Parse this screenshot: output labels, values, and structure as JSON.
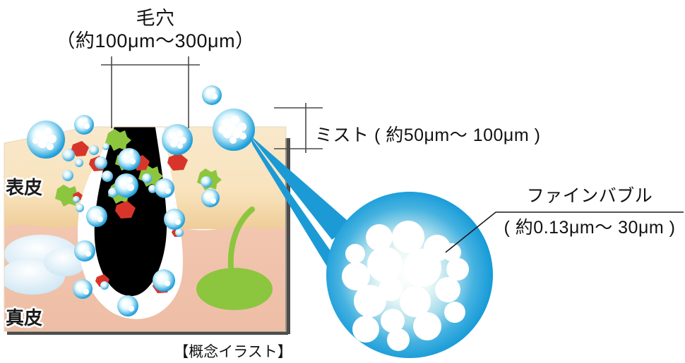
{
  "title": "毛穴・ミスト・ファインバブル 概念イラスト",
  "labels": {
    "pore_title": "毛穴",
    "pore_size": "（約100μm〜300μm）",
    "mist": "ミスト ( 約50μm〜 100μm )",
    "fine_bubble_title": "ファインバブル",
    "fine_bubble_size": "( 約0.13μm〜 30μm )",
    "epidermis": "表皮",
    "dermis": "真皮",
    "caption": "【概念イラスト】"
  },
  "measurements": {
    "pore": {
      "min": "約100μm",
      "max": "300μm"
    },
    "mist": {
      "min": "約50μm",
      "max": "100μm"
    },
    "fine_bubble": {
      "min": "約0.13μm",
      "max": "30μm"
    }
  },
  "colors": {
    "epidermis_top": "#f7e6c8",
    "epidermis_body": "#f8e2bb",
    "epidermis_deep": "#f0cf9d",
    "dermis": "#f0c2ac",
    "dermis_deep": "#eebba4",
    "bubble_blue": "#1b9ad6",
    "bubble_rim": "#2aa8de",
    "pore_black": "#000000",
    "gland_green": "#8cc63f",
    "particle_red": "#d8352a",
    "sebaceous_blue": "#d8ecf7",
    "edge_shadow": "#4d4d4d",
    "leader_line": "#1a1a1a"
  },
  "icons": {
    "pore_bracket": "measure-bracket-horizontal",
    "mist_bracket": "measure-bracket-vertical",
    "fine_bubble_leader": "leader-line",
    "magnifier_wedge": "magnifier-connector"
  },
  "diagram": {
    "skin_block": "3d-skin-cross-section",
    "hair_follicle": "hair-follicle-pore",
    "sweat_gland": "sweat-gland",
    "sebaceous_gland": "sebaceous-gland",
    "magnified_bubble": "magnified-fine-bubble-cluster"
  }
}
